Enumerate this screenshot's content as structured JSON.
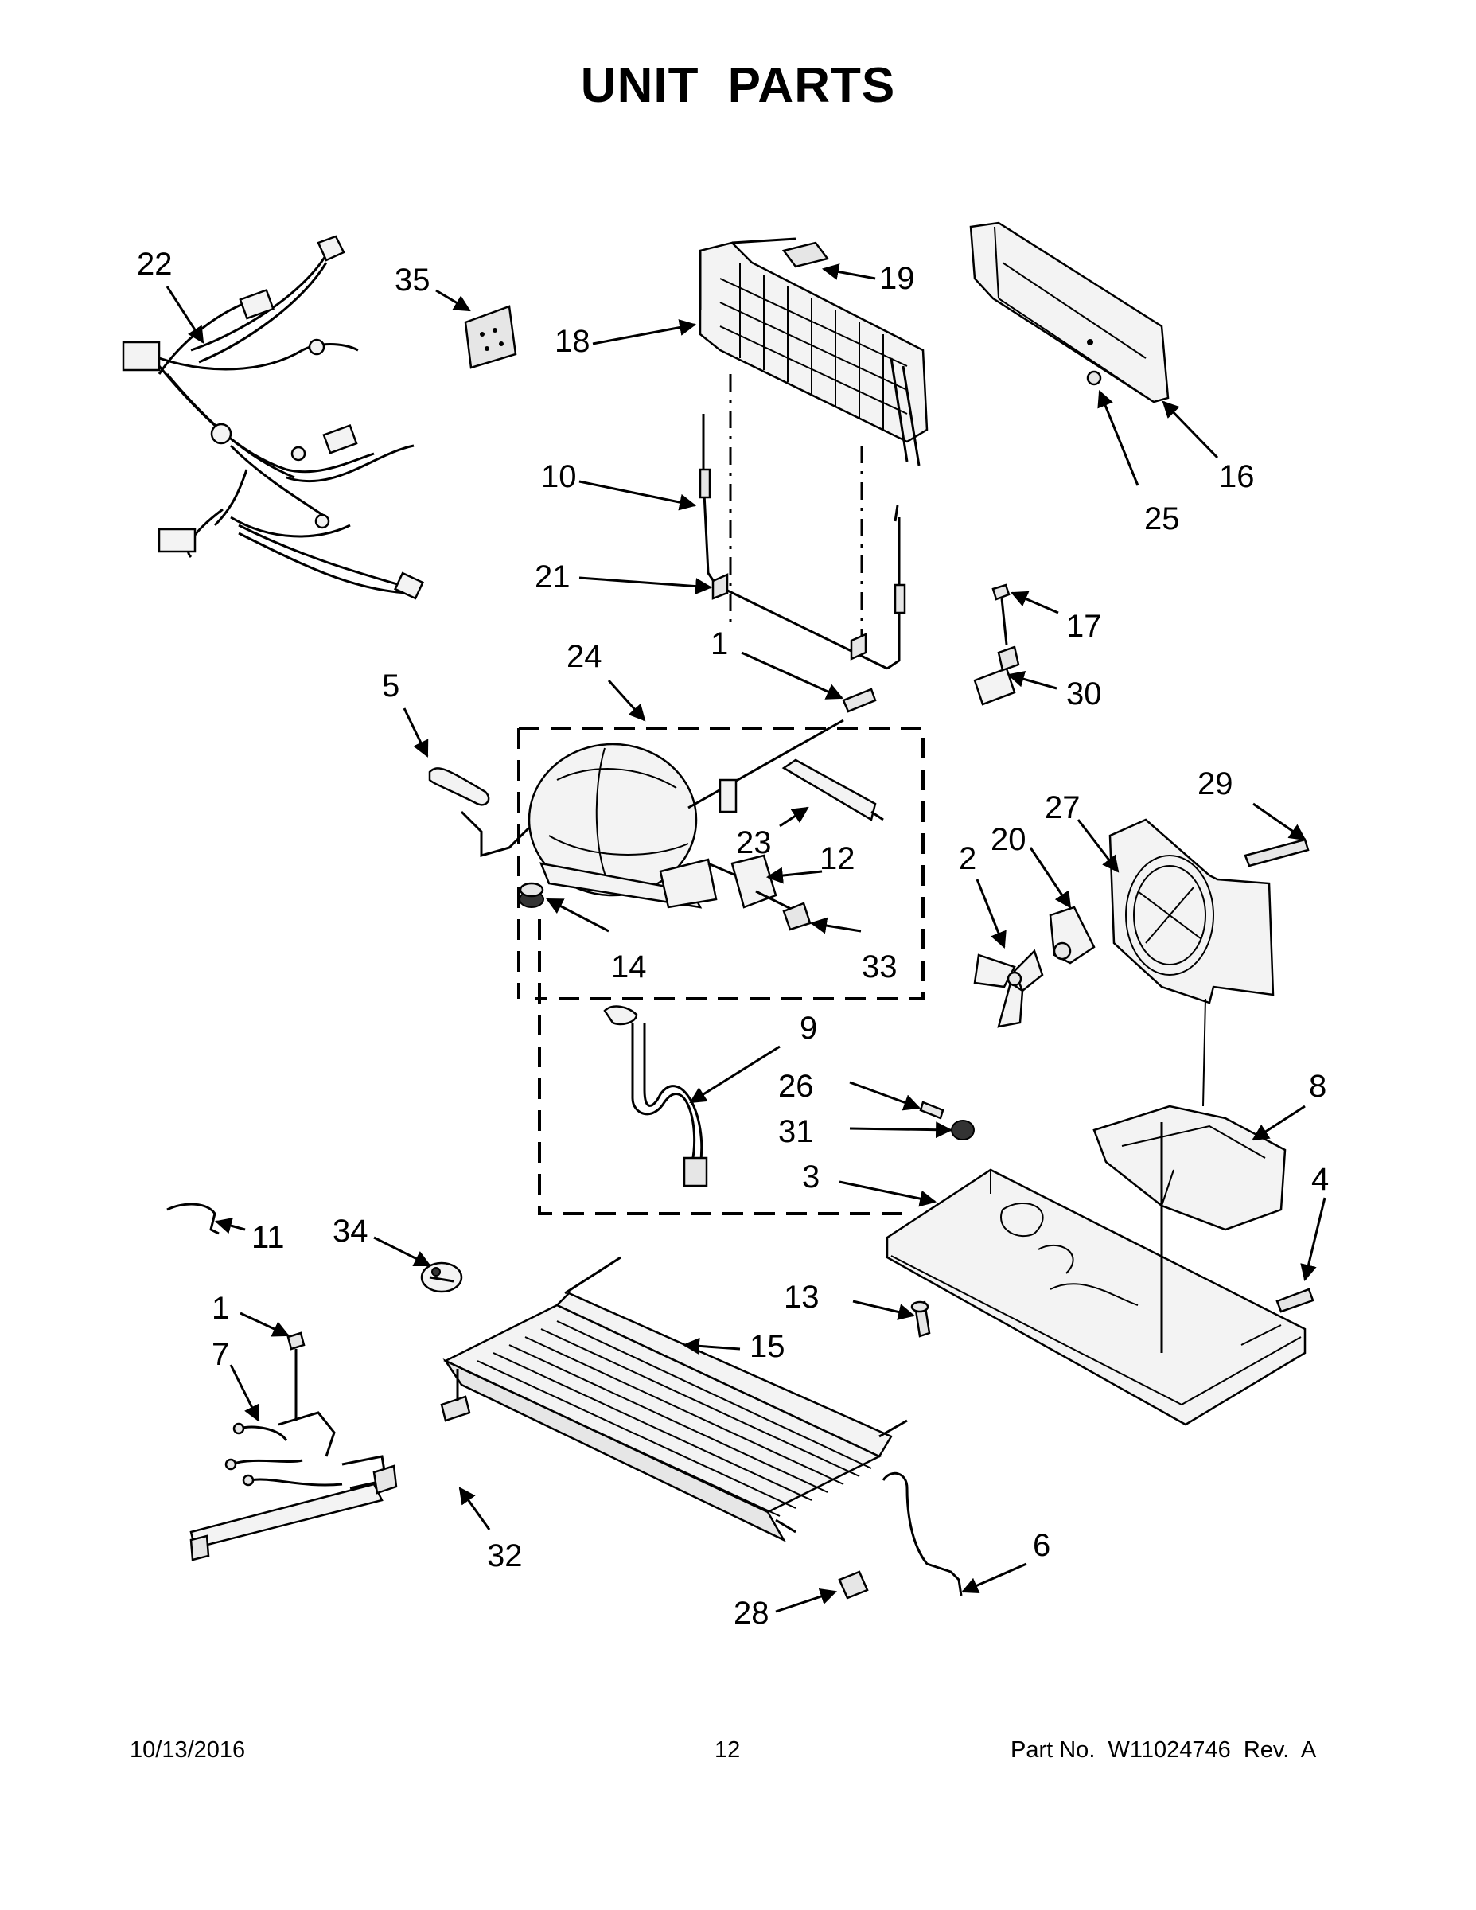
{
  "header": {
    "title": "UNIT PARTS"
  },
  "footer": {
    "date": "10/13/2016",
    "page": "12",
    "part_no": "Part No.  W11024746  Rev.  A"
  },
  "callouts": [
    "22",
    "35",
    "19",
    "18",
    "10",
    "21",
    "16",
    "25",
    "17",
    "30",
    "24",
    "1",
    "5",
    "23",
    "12",
    "14",
    "33",
    "29",
    "27",
    "20",
    "2",
    "9",
    "26",
    "31",
    "3",
    "8",
    "4",
    "11",
    "34",
    "1",
    "7",
    "13",
    "15",
    "32",
    "6",
    "28"
  ]
}
